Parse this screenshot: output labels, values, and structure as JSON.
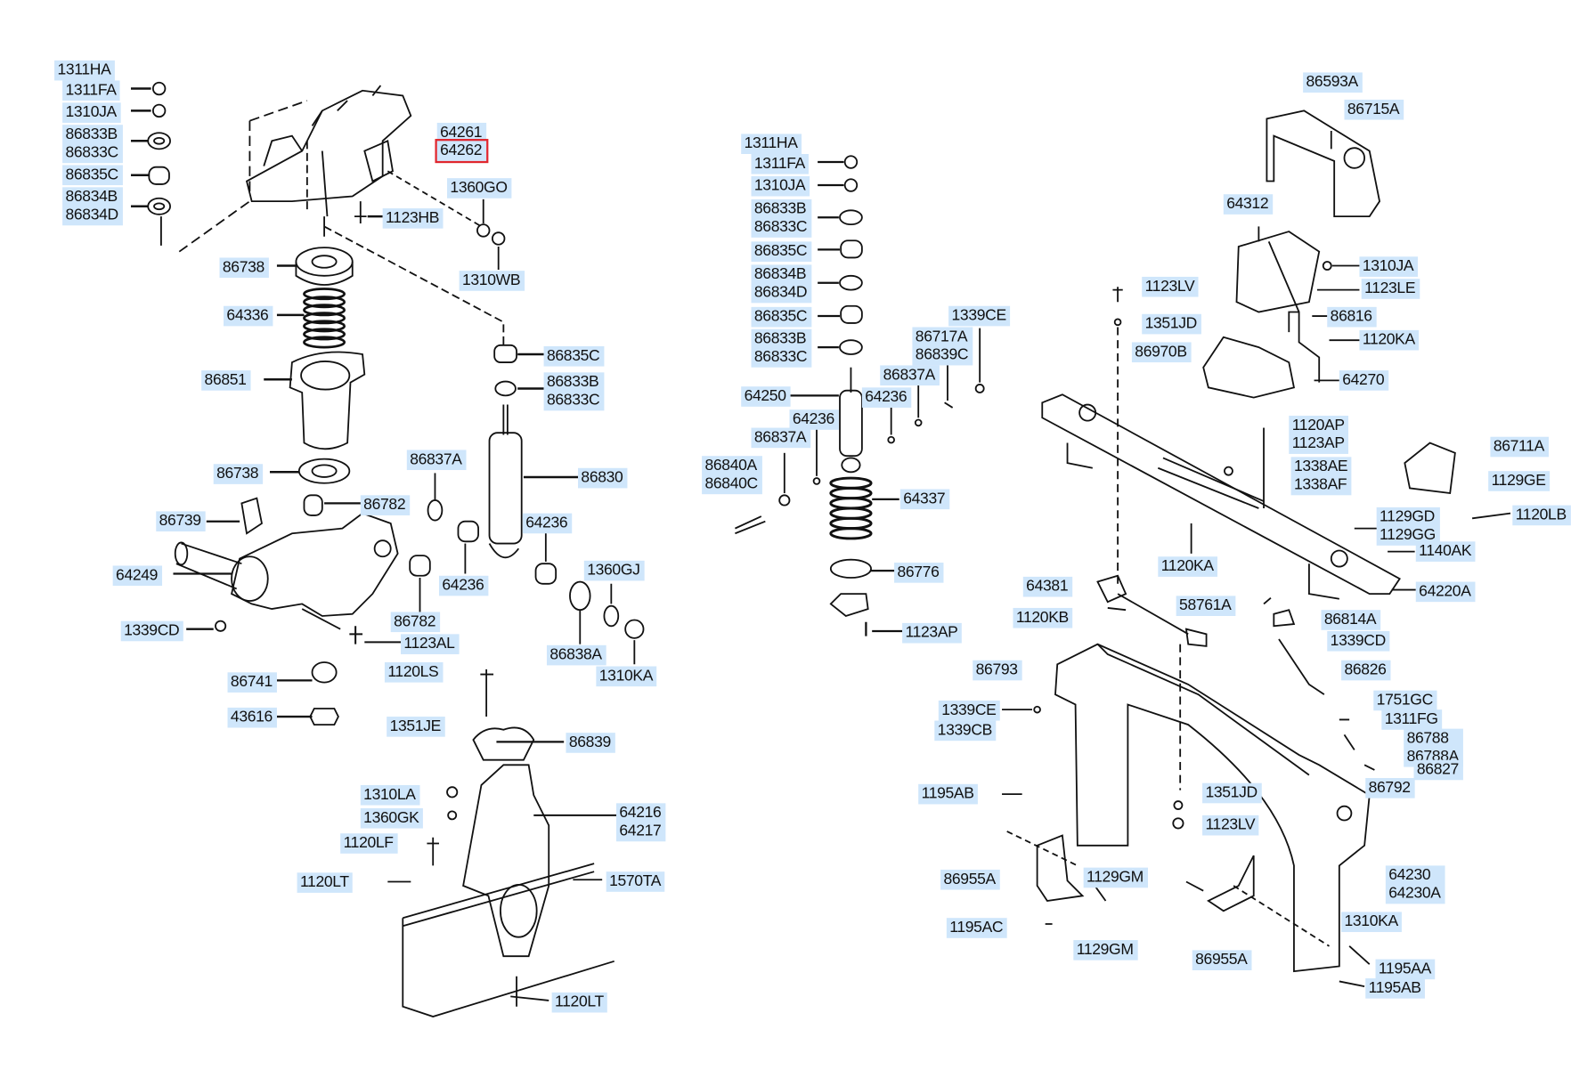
{
  "diagram": {
    "highlight_color": "#e0262e",
    "label_background": "#cfe6fb",
    "selected_part": "64262",
    "left_group": [
      "1311HA",
      "1311FA",
      "1310JA",
      "86833B\n86833C",
      "86835C",
      "86834B\n86834D",
      "64261",
      "64262",
      "1360GO",
      "1123HB",
      "1310WB",
      "86738",
      "64336",
      "86851",
      "86835C",
      "86833B\n86833C",
      "86837A",
      "86830",
      "86738",
      "86782",
      "86739",
      "64236",
      "64249",
      "1360GJ",
      "64236",
      "86782",
      "86838A",
      "1310KA",
      "1339CD",
      "1123AL",
      "86741",
      "43616",
      "1120LS",
      "1351JE",
      "86839",
      "1310LA",
      "1360GK",
      "64216\n64217",
      "1120LF",
      "1120LT",
      "1570TA",
      "1120LT"
    ],
    "middle_group": [
      "1311HA",
      "1311FA",
      "1310JA",
      "86833B\n86833C",
      "86835C",
      "86834B\n86834D",
      "86835C",
      "86833B\n86833C",
      "1339CE",
      "86717A\n86839C",
      "86837A",
      "64250",
      "64236",
      "64236",
      "86837A",
      "86840A\n86840C",
      "64337",
      "86776",
      "1123AP"
    ],
    "right_group": [
      "86593A",
      "86715A",
      "64312",
      "1310JA",
      "1123LE",
      "1123LV",
      "1351JD",
      "86816",
      "86970B",
      "1120KA",
      "64270",
      "1120AP\n1123AP",
      "1338AE\n1338AF",
      "86711A",
      "1129GE",
      "1120LB",
      "1129GD\n1129GG",
      "1140AK",
      "1120KA",
      "64381",
      "64220A",
      "58761A",
      "1120KB",
      "86814A",
      "1339CD",
      "86793",
      "86826",
      "1751GC",
      "1339CE",
      "1339CB",
      "1311FG",
      "86788\n86788A",
      "86827",
      "86792",
      "1195AB",
      "1351JD",
      "1123LV",
      "64230\n64230A",
      "86955A",
      "1129GM",
      "1310KA",
      "1195AC",
      "1129GM",
      "86955A",
      "1195AA",
      "1195AB"
    ]
  }
}
